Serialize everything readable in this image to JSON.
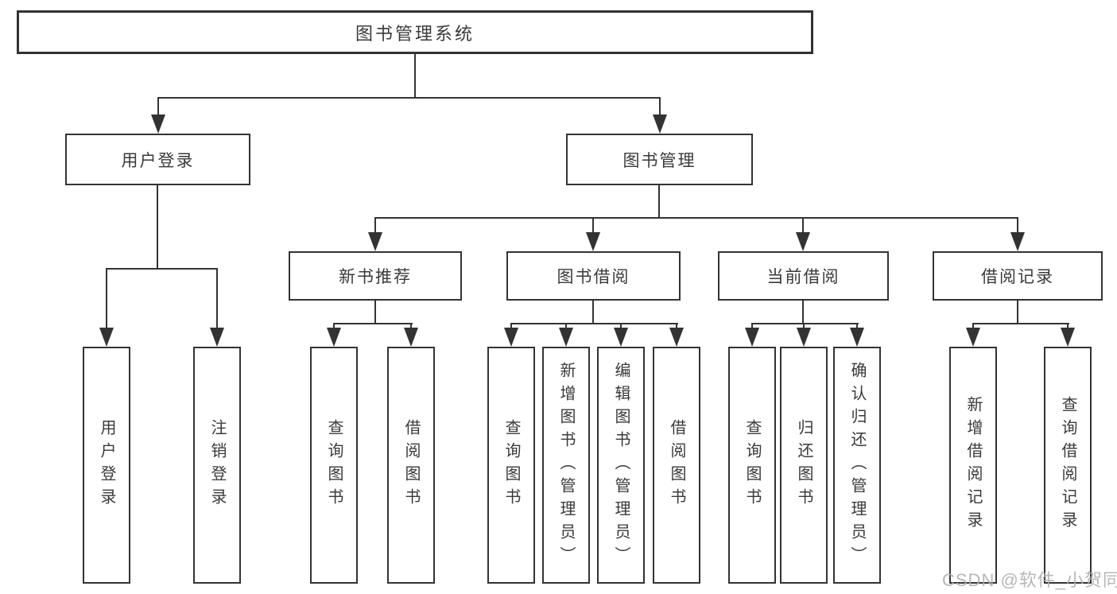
{
  "diagram": {
    "root": {
      "label": "图书管理系统"
    },
    "level2": {
      "user_login": {
        "label": "用户登录"
      },
      "book_management": {
        "label": "图书管理"
      }
    },
    "user_login_children": [
      {
        "label": "用户登录"
      },
      {
        "label": "注销登录"
      }
    ],
    "groups": [
      {
        "label": "新书推荐",
        "children": [
          "查询图书",
          "借阅图书"
        ]
      },
      {
        "label": "图书借阅",
        "children": [
          "查询图书",
          "新增图书（管理员）",
          "编辑图书（管理员）",
          "借阅图书"
        ]
      },
      {
        "label": "当前借阅",
        "children": [
          "查询图书",
          "归还图书",
          "确认归还（管理员）"
        ]
      },
      {
        "label": "借阅记录",
        "children": [
          "新增借阅记录",
          "查询借阅记录"
        ]
      }
    ],
    "colors": {
      "line": "#333333",
      "text": "#3a3a3a",
      "background": "#ffffff",
      "watermark": "#afafaf"
    }
  },
  "watermark": {
    "text": "CSDN @软件_小贺同学"
  }
}
